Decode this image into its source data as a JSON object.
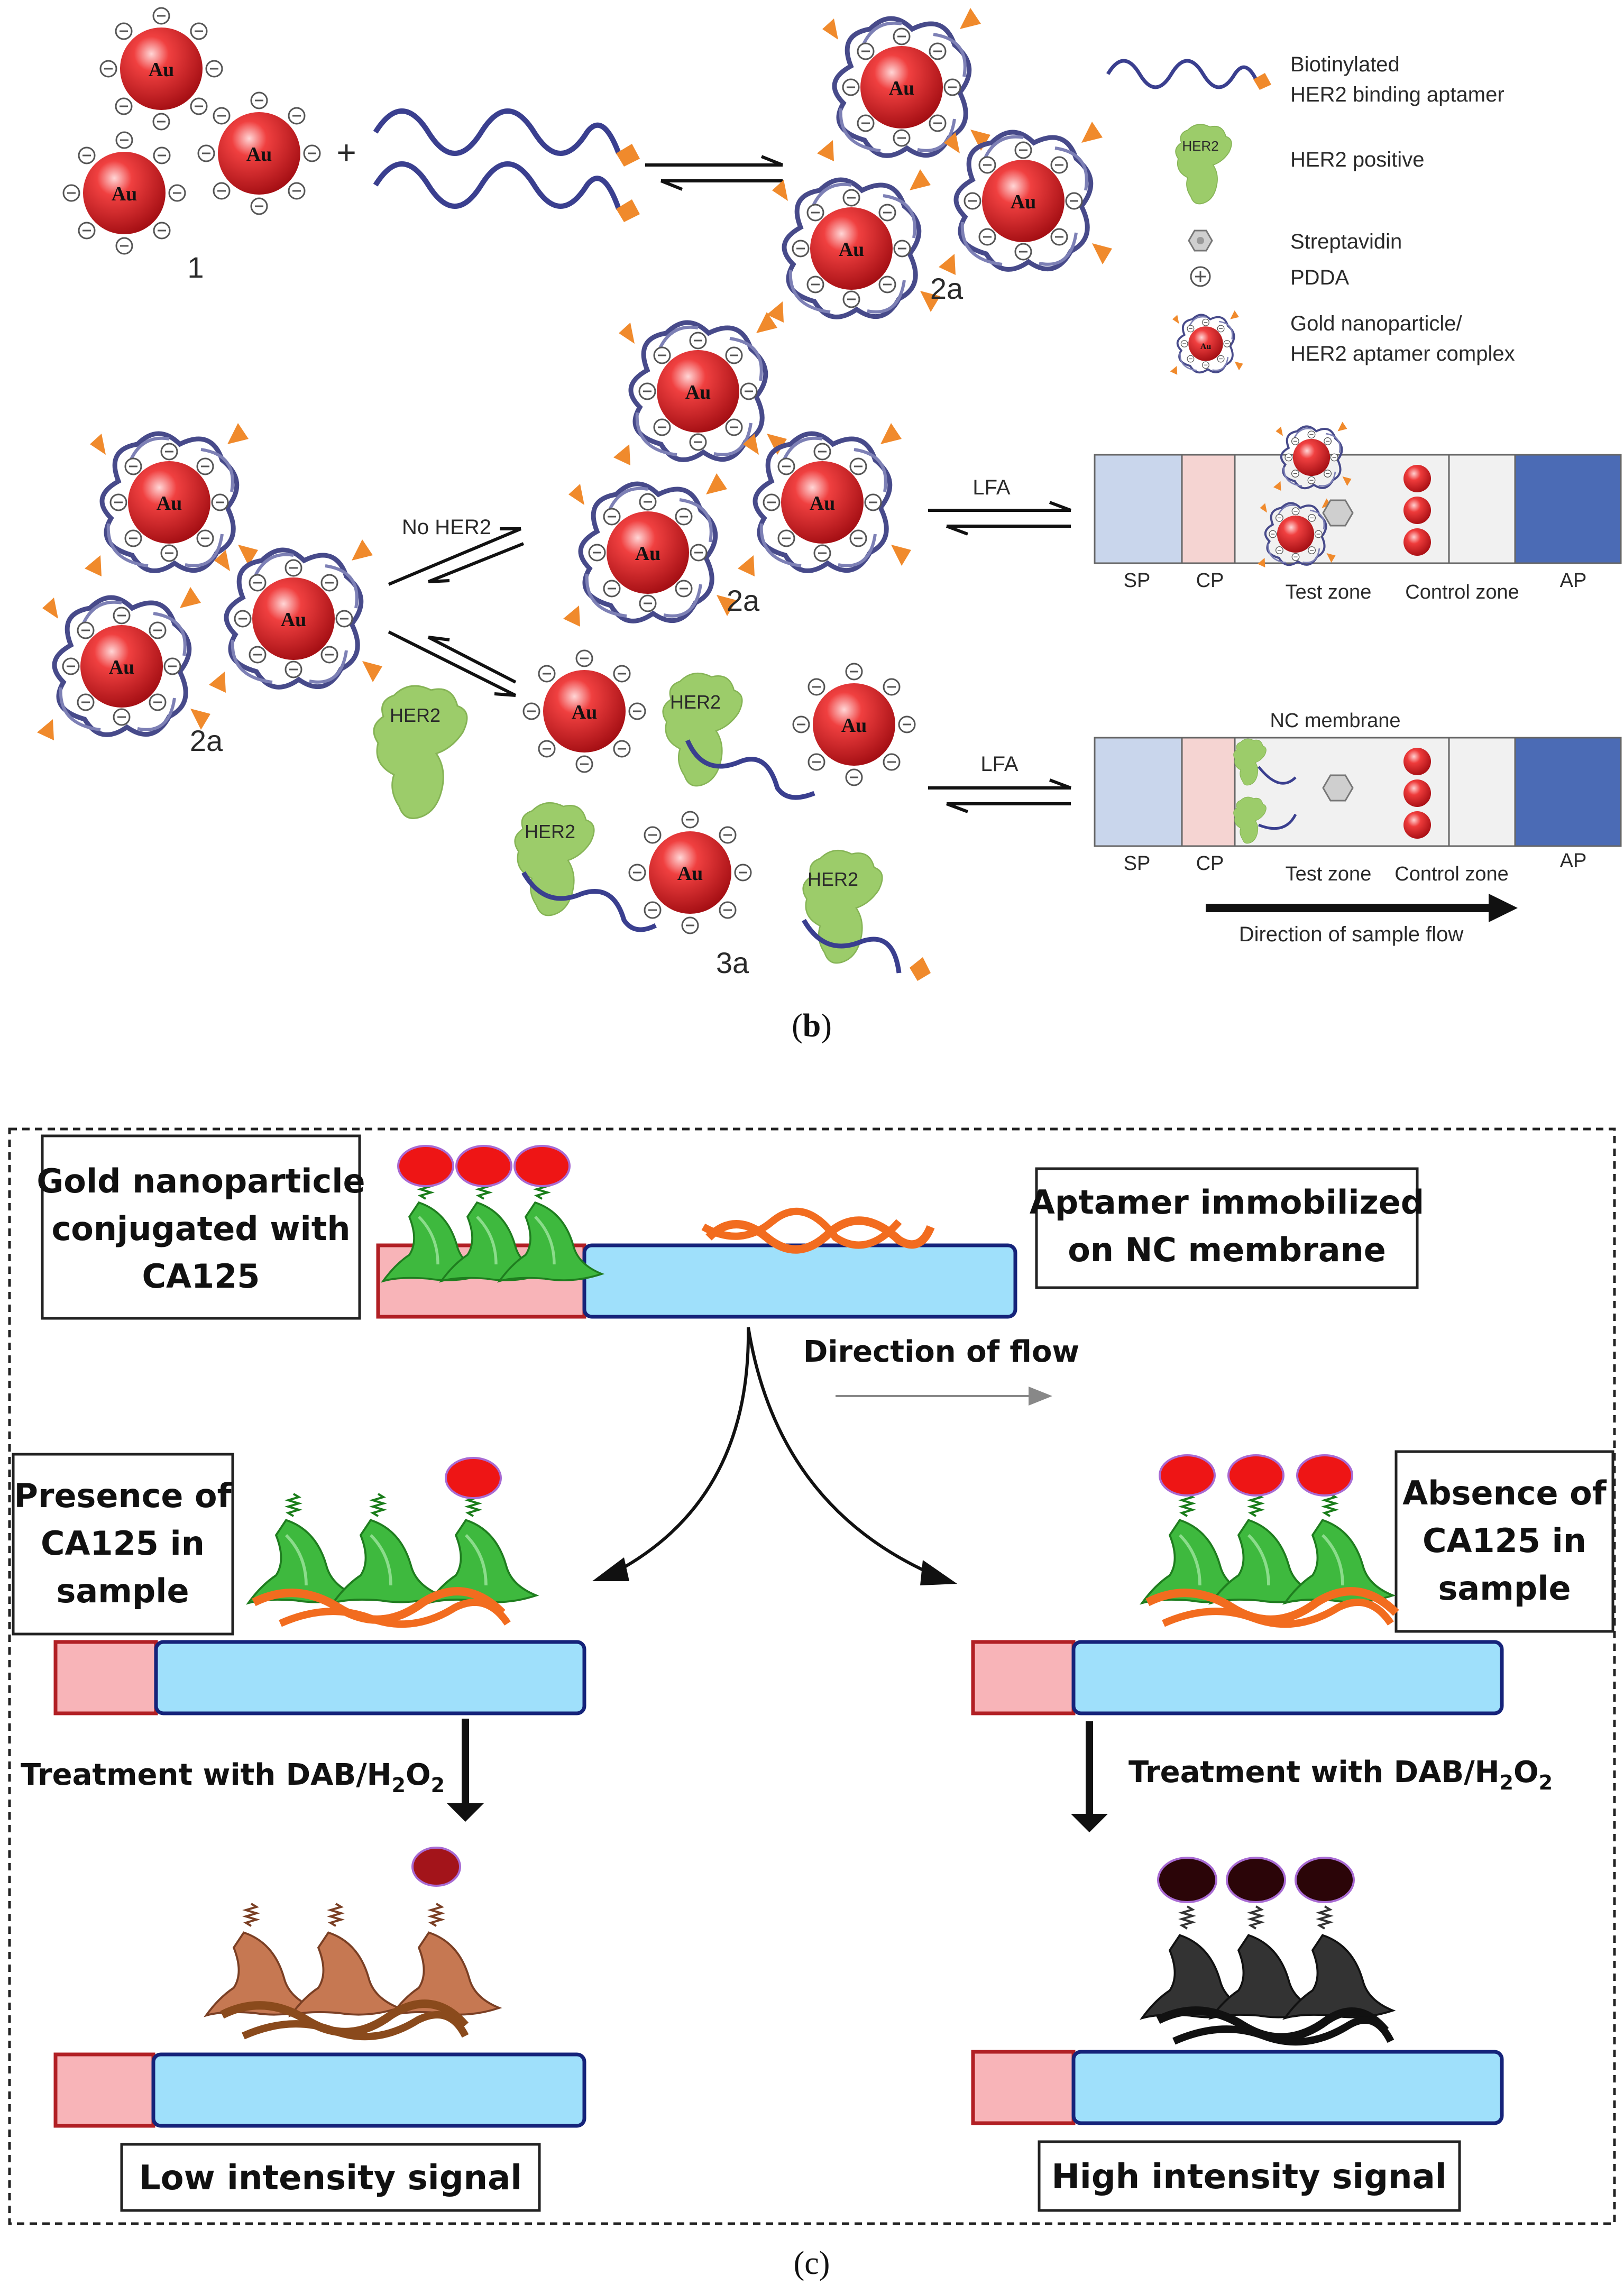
{
  "panel_b": {
    "labels": {
      "au": "Au",
      "plus": "+",
      "step1": "1",
      "step2a": "2a",
      "step3a": "3a",
      "no_her2": "No HER2",
      "lfa": "LFA",
      "her2": "HER2",
      "sp": "SP",
      "cp": "CP",
      "ap": "AP",
      "test_zone": "Test zone",
      "control_zone": "Control zone",
      "nc_membrane": "NC membrane",
      "direction": "Direction of sample flow"
    },
    "legend": [
      {
        "line1": "Biotinylated",
        "line2": "HER2 binding aptamer"
      },
      {
        "line1": "HER2 positive",
        "line2": ""
      },
      {
        "line1": "Streptavidin",
        "line2": ""
      },
      {
        "line1": "PDDA",
        "line2": ""
      },
      {
        "line1": "Gold nanoparticle/",
        "line2": "HER2  aptamer complex"
      }
    ],
    "caption": {
      "open": "(",
      "letter": "b",
      "close": ")"
    }
  },
  "panel_c": {
    "gold_conj": [
      "Gold nanoparticle",
      "conjugated with",
      "CA125"
    ],
    "aptamer_immob": [
      "Aptamer immobilized",
      "on NC membrane"
    ],
    "direction_flow": "Direction of flow",
    "presence": [
      "Presence of",
      "CA125 in",
      "sample"
    ],
    "absence": [
      "Absence of",
      "CA125 in",
      "sample"
    ],
    "treatment": {
      "prefix": "Treatment with DAB/H",
      "sub1": "2",
      "mid": "O",
      "sub2": "2"
    },
    "low_signal": "Low intensity signal",
    "high_signal": "High intensity signal",
    "caption": "(c)"
  },
  "colors": {
    "gold_red": "#e8232a",
    "aptamer_blue": "#3a3f8f",
    "biotin_orange": "#f08a2c",
    "her2_green": "#9ccc6a",
    "strip_blue": "#9fe0fb",
    "strip_pink": "#f8b4b8"
  }
}
